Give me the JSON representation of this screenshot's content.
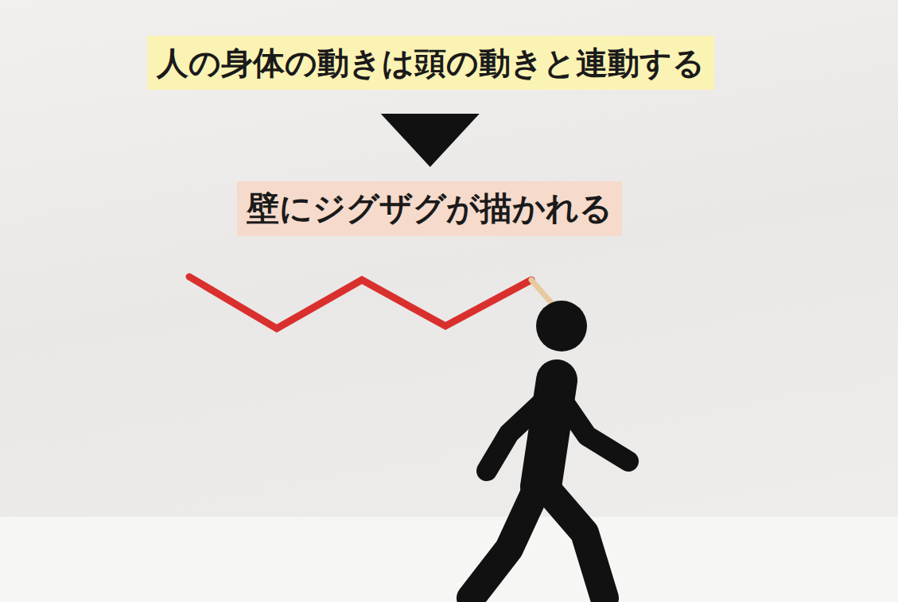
{
  "diagram": {
    "nodes": [
      {
        "text": [
          "人の身体の動きは頭の動きと連動する"
        ]
      },
      {
        "text": [
          "壁にジグザグが描かれる"
        ]
      }
    ],
    "edges": [
      {
        "from": 0,
        "to": 1,
        "arrow": "to"
      }
    ]
  }
}
